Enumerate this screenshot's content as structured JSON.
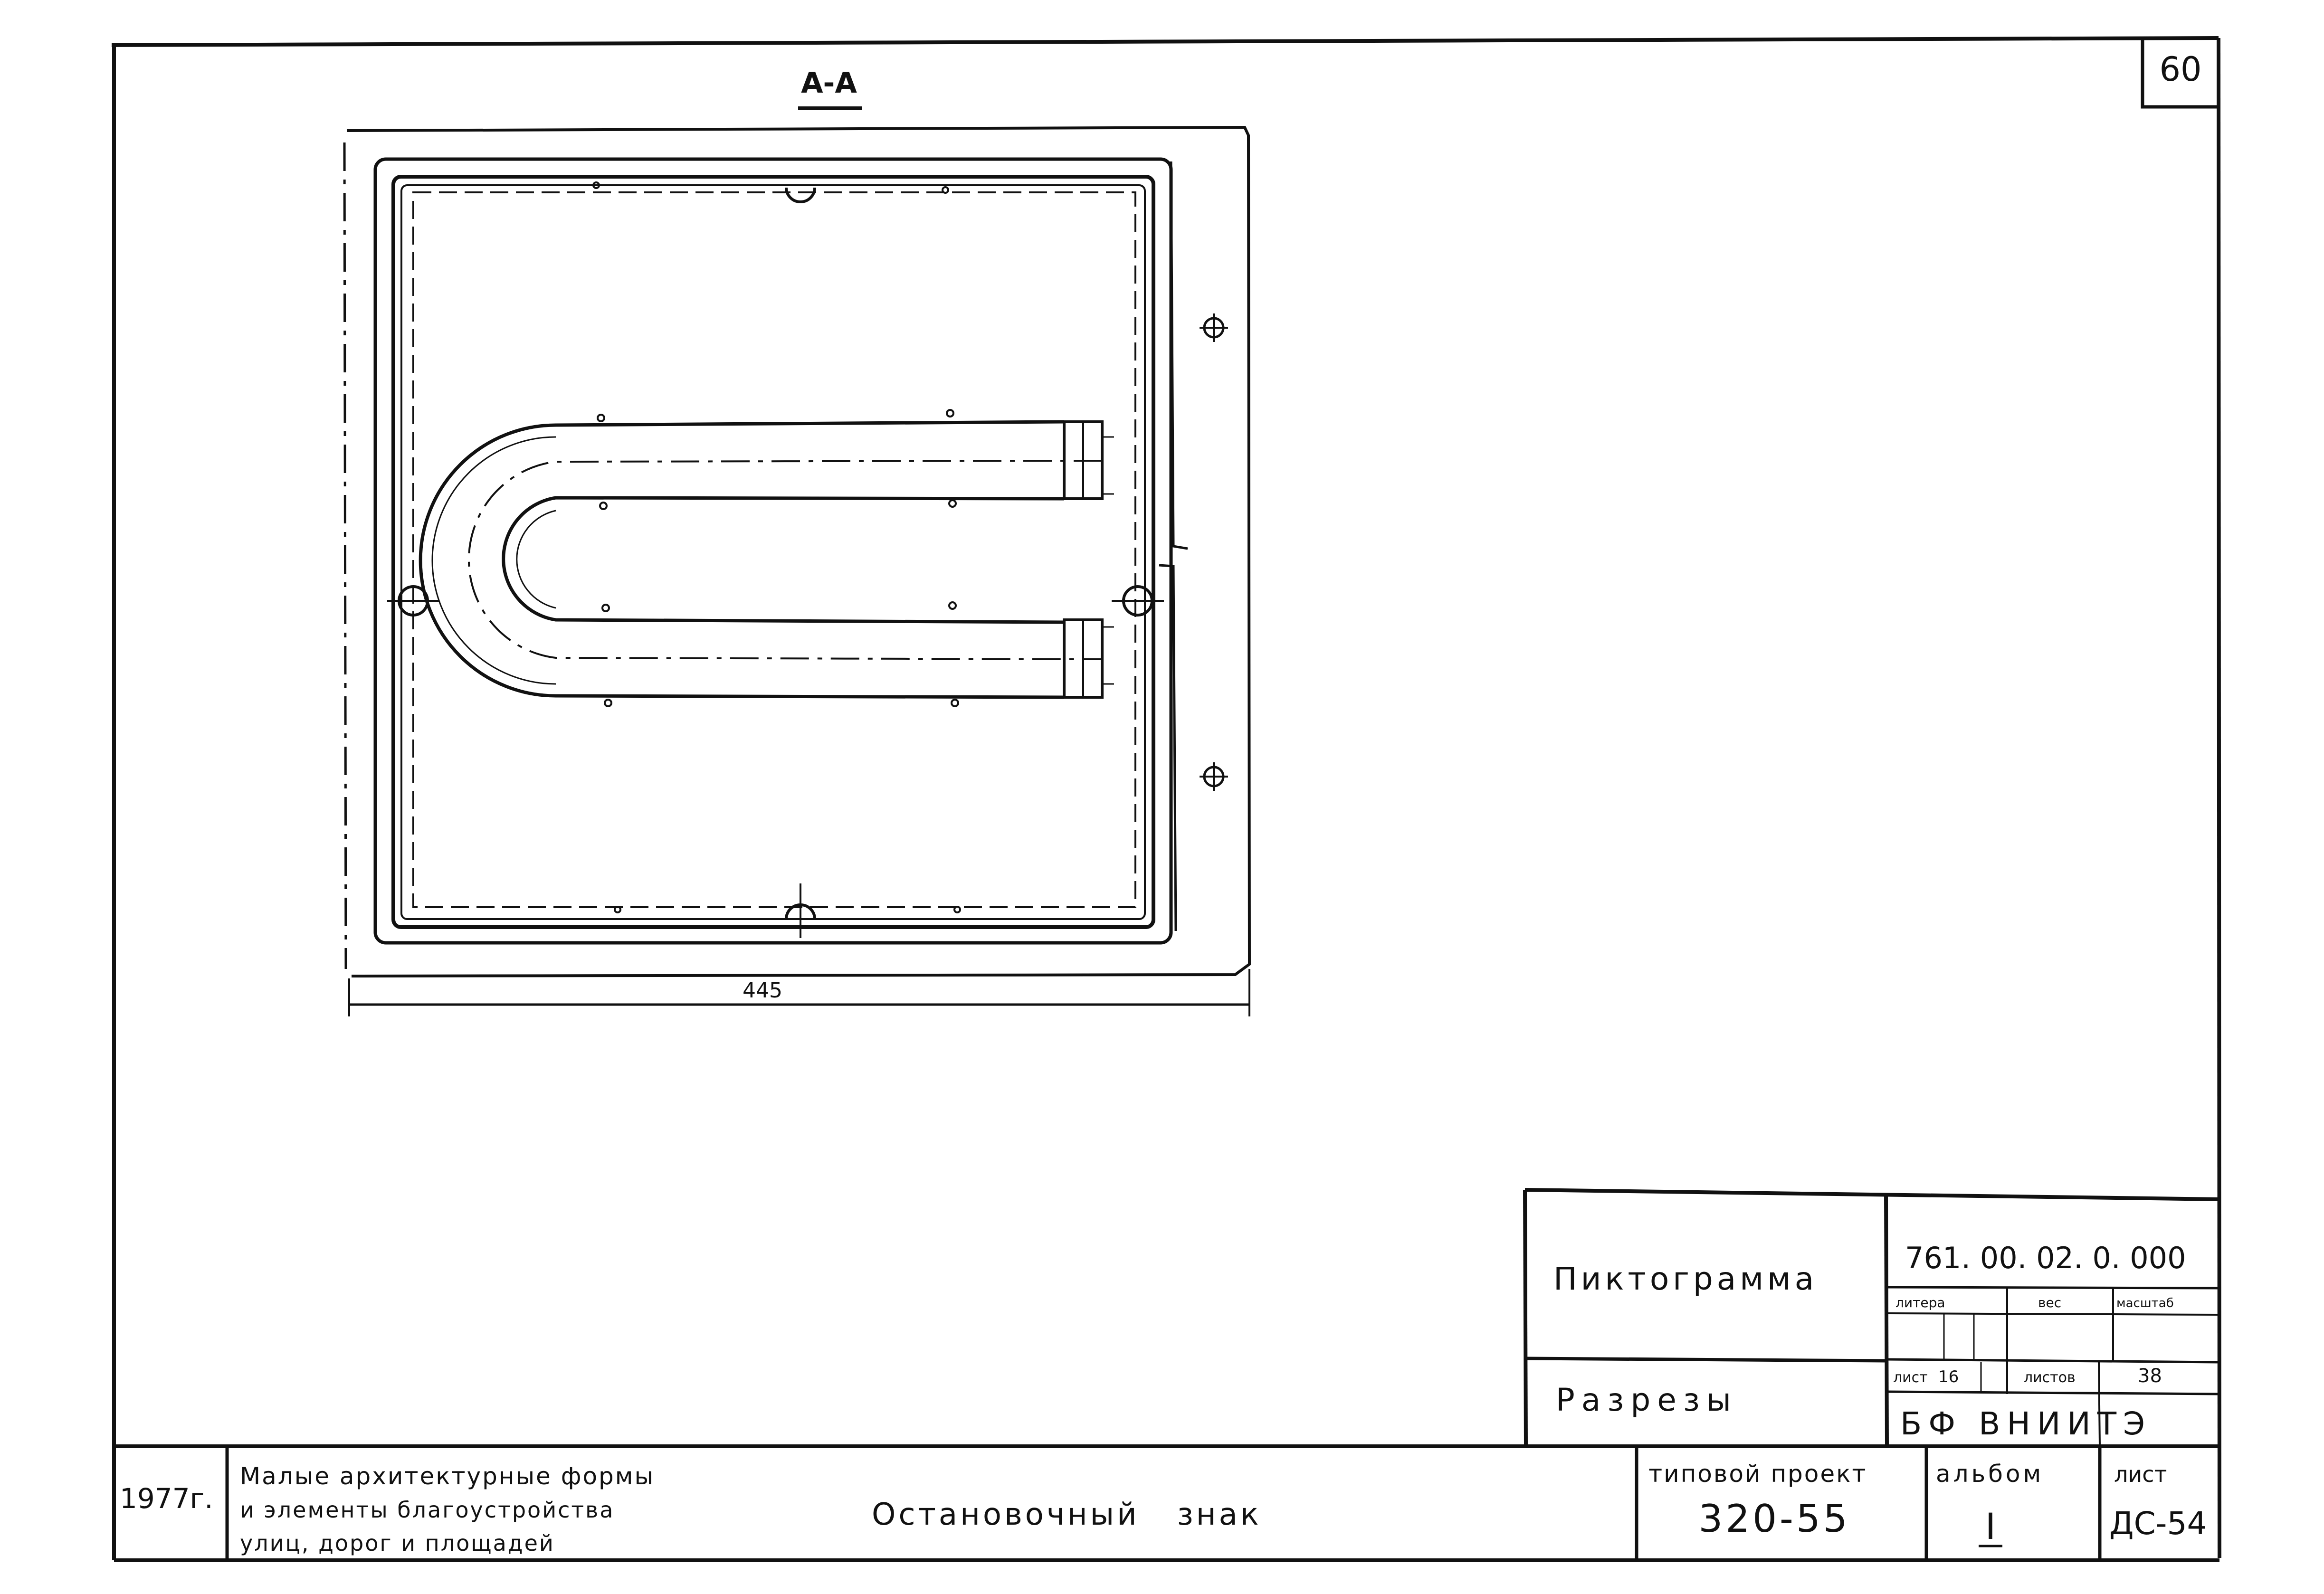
{
  "sheet_number": "60",
  "section_label": "А-А",
  "dimension_width": "445",
  "title_block": {
    "name": "Пиктограмма",
    "subtitle": "Разрезы",
    "code": "761. 00. 02. 0. 000",
    "litera_label": "литера",
    "mass_label": "вес",
    "scale_label": "масштаб",
    "sheet_label": "лист",
    "sheet_value": "16",
    "sheets_label": "листов",
    "sheets_value": "38",
    "organization": "БФ  ВНИИТЭ"
  },
  "bottom_block": {
    "year": "1977г.",
    "series_line1": "Малые архитектурные формы",
    "series_line2": "и элементы благоустройства",
    "series_line3": "улиц, дорог и площадей",
    "product": "Остановочный   знак",
    "project_label": "типовой проект",
    "project_value": "320-55",
    "album_label": "альбом",
    "album_value": "I",
    "list_label": "лист",
    "list_value": "ДС-54"
  },
  "colors": {
    "ink": "#111111",
    "paper": "#ffffff"
  }
}
